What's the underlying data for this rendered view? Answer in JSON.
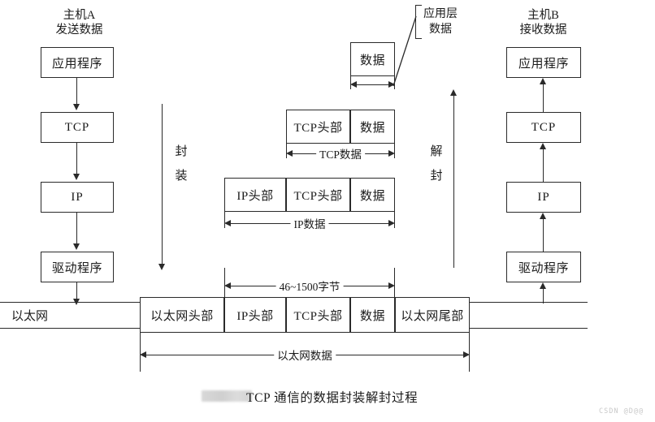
{
  "diagram": {
    "caption": "TCP 通信的数据封装解封过程",
    "watermark": "CSDN @D@@",
    "redacted_note": ""
  },
  "left_column": {
    "host_title": "主机A",
    "host_subtitle": "发送数据",
    "boxes": [
      {
        "label": "应用程序"
      },
      {
        "label": "TCP"
      },
      {
        "label": "IP"
      },
      {
        "label": "驱动程序"
      }
    ],
    "flow_label": "封装"
  },
  "right_column": {
    "host_title": "主机B",
    "host_subtitle": "接收数据",
    "boxes": [
      {
        "label": "应用程序"
      },
      {
        "label": "TCP"
      },
      {
        "label": "IP"
      },
      {
        "label": "驱动程序"
      }
    ],
    "flow_label": "解封"
  },
  "callout": {
    "line1": "应用层",
    "line2": "数据"
  },
  "layers": {
    "application": {
      "fields": [
        {
          "label": "数据"
        }
      ],
      "span_label": ""
    },
    "transport": {
      "fields": [
        {
          "label": "TCP头部"
        },
        {
          "label": "数据"
        }
      ],
      "span_label": "TCP数据"
    },
    "network": {
      "fields": [
        {
          "label": "IP头部"
        },
        {
          "label": "TCP头部"
        },
        {
          "label": "数据"
        }
      ],
      "span_label": "IP数据"
    },
    "link": {
      "fields": [
        {
          "label": "以太网头部"
        },
        {
          "label": "IP头部"
        },
        {
          "label": "TCP头部"
        },
        {
          "label": "数据"
        },
        {
          "label": "以太网尾部"
        }
      ],
      "payload_span_label": "46~1500字节",
      "frame_span_label": "以太网数据"
    }
  },
  "network_bus": {
    "label": "以太网"
  }
}
